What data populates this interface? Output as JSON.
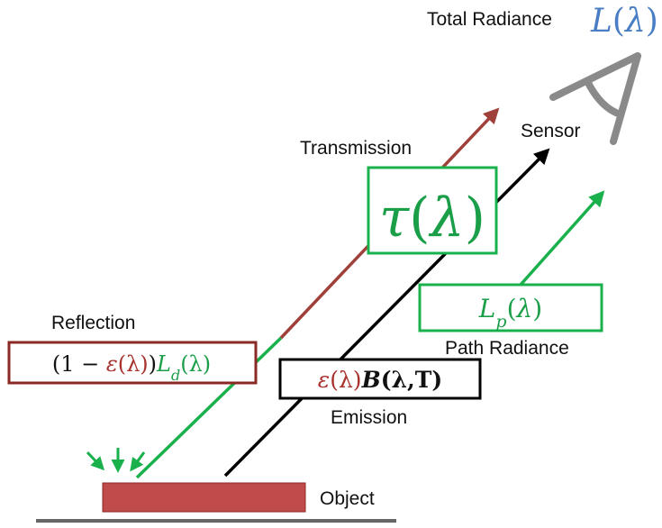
{
  "labels": {
    "total_radiance": "Total Radiance",
    "sensor": "Sensor",
    "transmission": "Transmission",
    "reflection": "Reflection",
    "path_radiance": "Path Radiance",
    "emission": "Emission",
    "object": "Object"
  },
  "formulas": {
    "total_radiance": {
      "L": "L",
      "lp": "(",
      "lambda": "λ",
      "rp": ")"
    },
    "transmission": {
      "tau": "τ",
      "lp": "(",
      "lambda": "λ",
      "rp": ")"
    },
    "path_radiance": {
      "L": "L",
      "sub": "p",
      "lp": "(",
      "lambda": "λ",
      "rp": ")"
    },
    "reflection": {
      "open": "(1 − ",
      "eps": "ε",
      "eps_arg": "(λ)",
      "close": ")",
      "L": "L",
      "sub": "d",
      "L_arg": "(λ)"
    },
    "emission": {
      "eps": "ε",
      "eps_arg": "(λ)",
      "B": "B",
      "B_arg": "(λ,T)"
    }
  },
  "colors": {
    "reflection_arrow": "#a0403a",
    "emission_arrow": "#000000",
    "path_arrow": "#1ab04c",
    "box_green": "#1ab04c",
    "box_red": "#8b2a25",
    "object_fill": "#bf4b4b",
    "ground": "#666666",
    "sensor_gray": "#8a8a8a",
    "formula_blue": "#4a7ec4",
    "formula_green": "#1a9e48",
    "formula_red": "#a8322e"
  },
  "icons": {
    "sensor": "eye-icon"
  }
}
